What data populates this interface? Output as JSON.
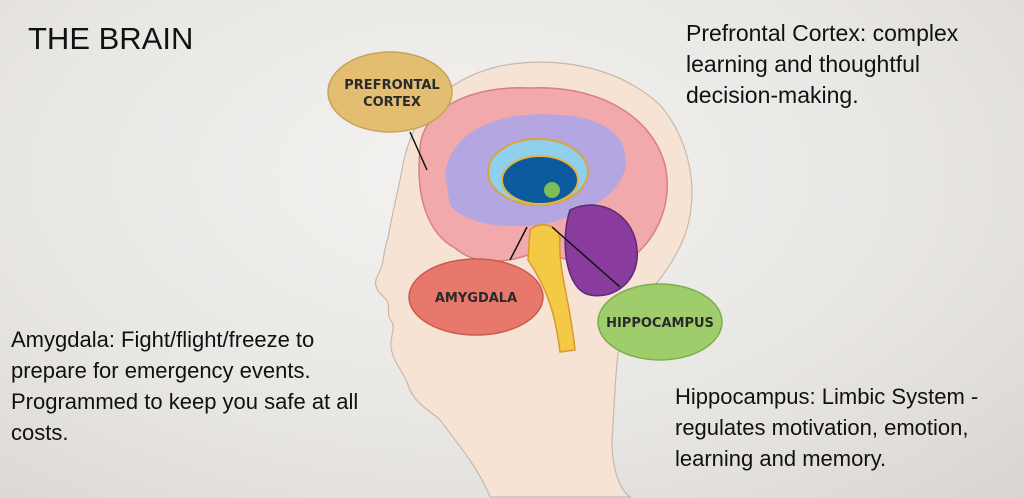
{
  "title": "THE BRAIN",
  "labels": {
    "prefrontal_line1": "PREFRONTAL",
    "prefrontal_line2": "CORTEX",
    "amygdala": "AMYGDALA",
    "hippocampus": "HIPPOCAMPUS"
  },
  "descriptions": {
    "prefrontal": [
      "Prefrontal Cortex:  complex",
      "learning and thoughtful",
      "decision-making."
    ],
    "amygdala": [
      "Amygdala: Fight/flight/freeze to",
      "prepare for emergency events.",
      "Programmed to keep you safe at all",
      "costs."
    ],
    "hippocampus": [
      "Hippocampus:  Limbic System -",
      "regulates motivation, emotion,",
      "learning and memory."
    ]
  },
  "colors": {
    "prefrontal": "#e2bd72",
    "amygdala": "#e8786b",
    "hippocampus": "#9fcd6c",
    "cortex": "#f2a9ab"
  }
}
